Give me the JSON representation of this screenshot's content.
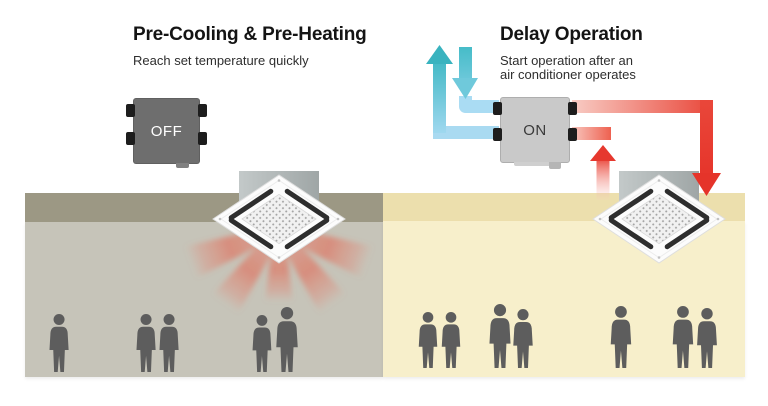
{
  "left_section": {
    "title": "Pre-Cooling & Pre-Heating",
    "subtitle": "Reach set temperature quickly",
    "ventilator_label": "OFF",
    "people_count": 5,
    "people_groups": [
      1,
      2,
      2
    ]
  },
  "right_section": {
    "title": "Delay Operation",
    "subtitle_line1": "Start operation after an",
    "subtitle_line2": "air conditioner operates",
    "ventilator_label": "ON",
    "people_count": 7,
    "people_groups": [
      2,
      2,
      1,
      2
    ]
  },
  "colors": {
    "warm_air_red": "#e6352b",
    "warm_air_light": "#f8ccc4",
    "exhaust_teal": "#3db7c3",
    "fresh_air_blue": "#a9dbf2",
    "left_room_ceiling": "#9c9884",
    "left_room_wall": "#c6c4b9",
    "right_room_ceiling": "#ecdfad",
    "right_room_wall": "#f7efcb",
    "ventilator_off_body": "#6e6e6e",
    "ventilator_on_body": "#c9c9c9",
    "person_gray": "#5d5d5d"
  }
}
